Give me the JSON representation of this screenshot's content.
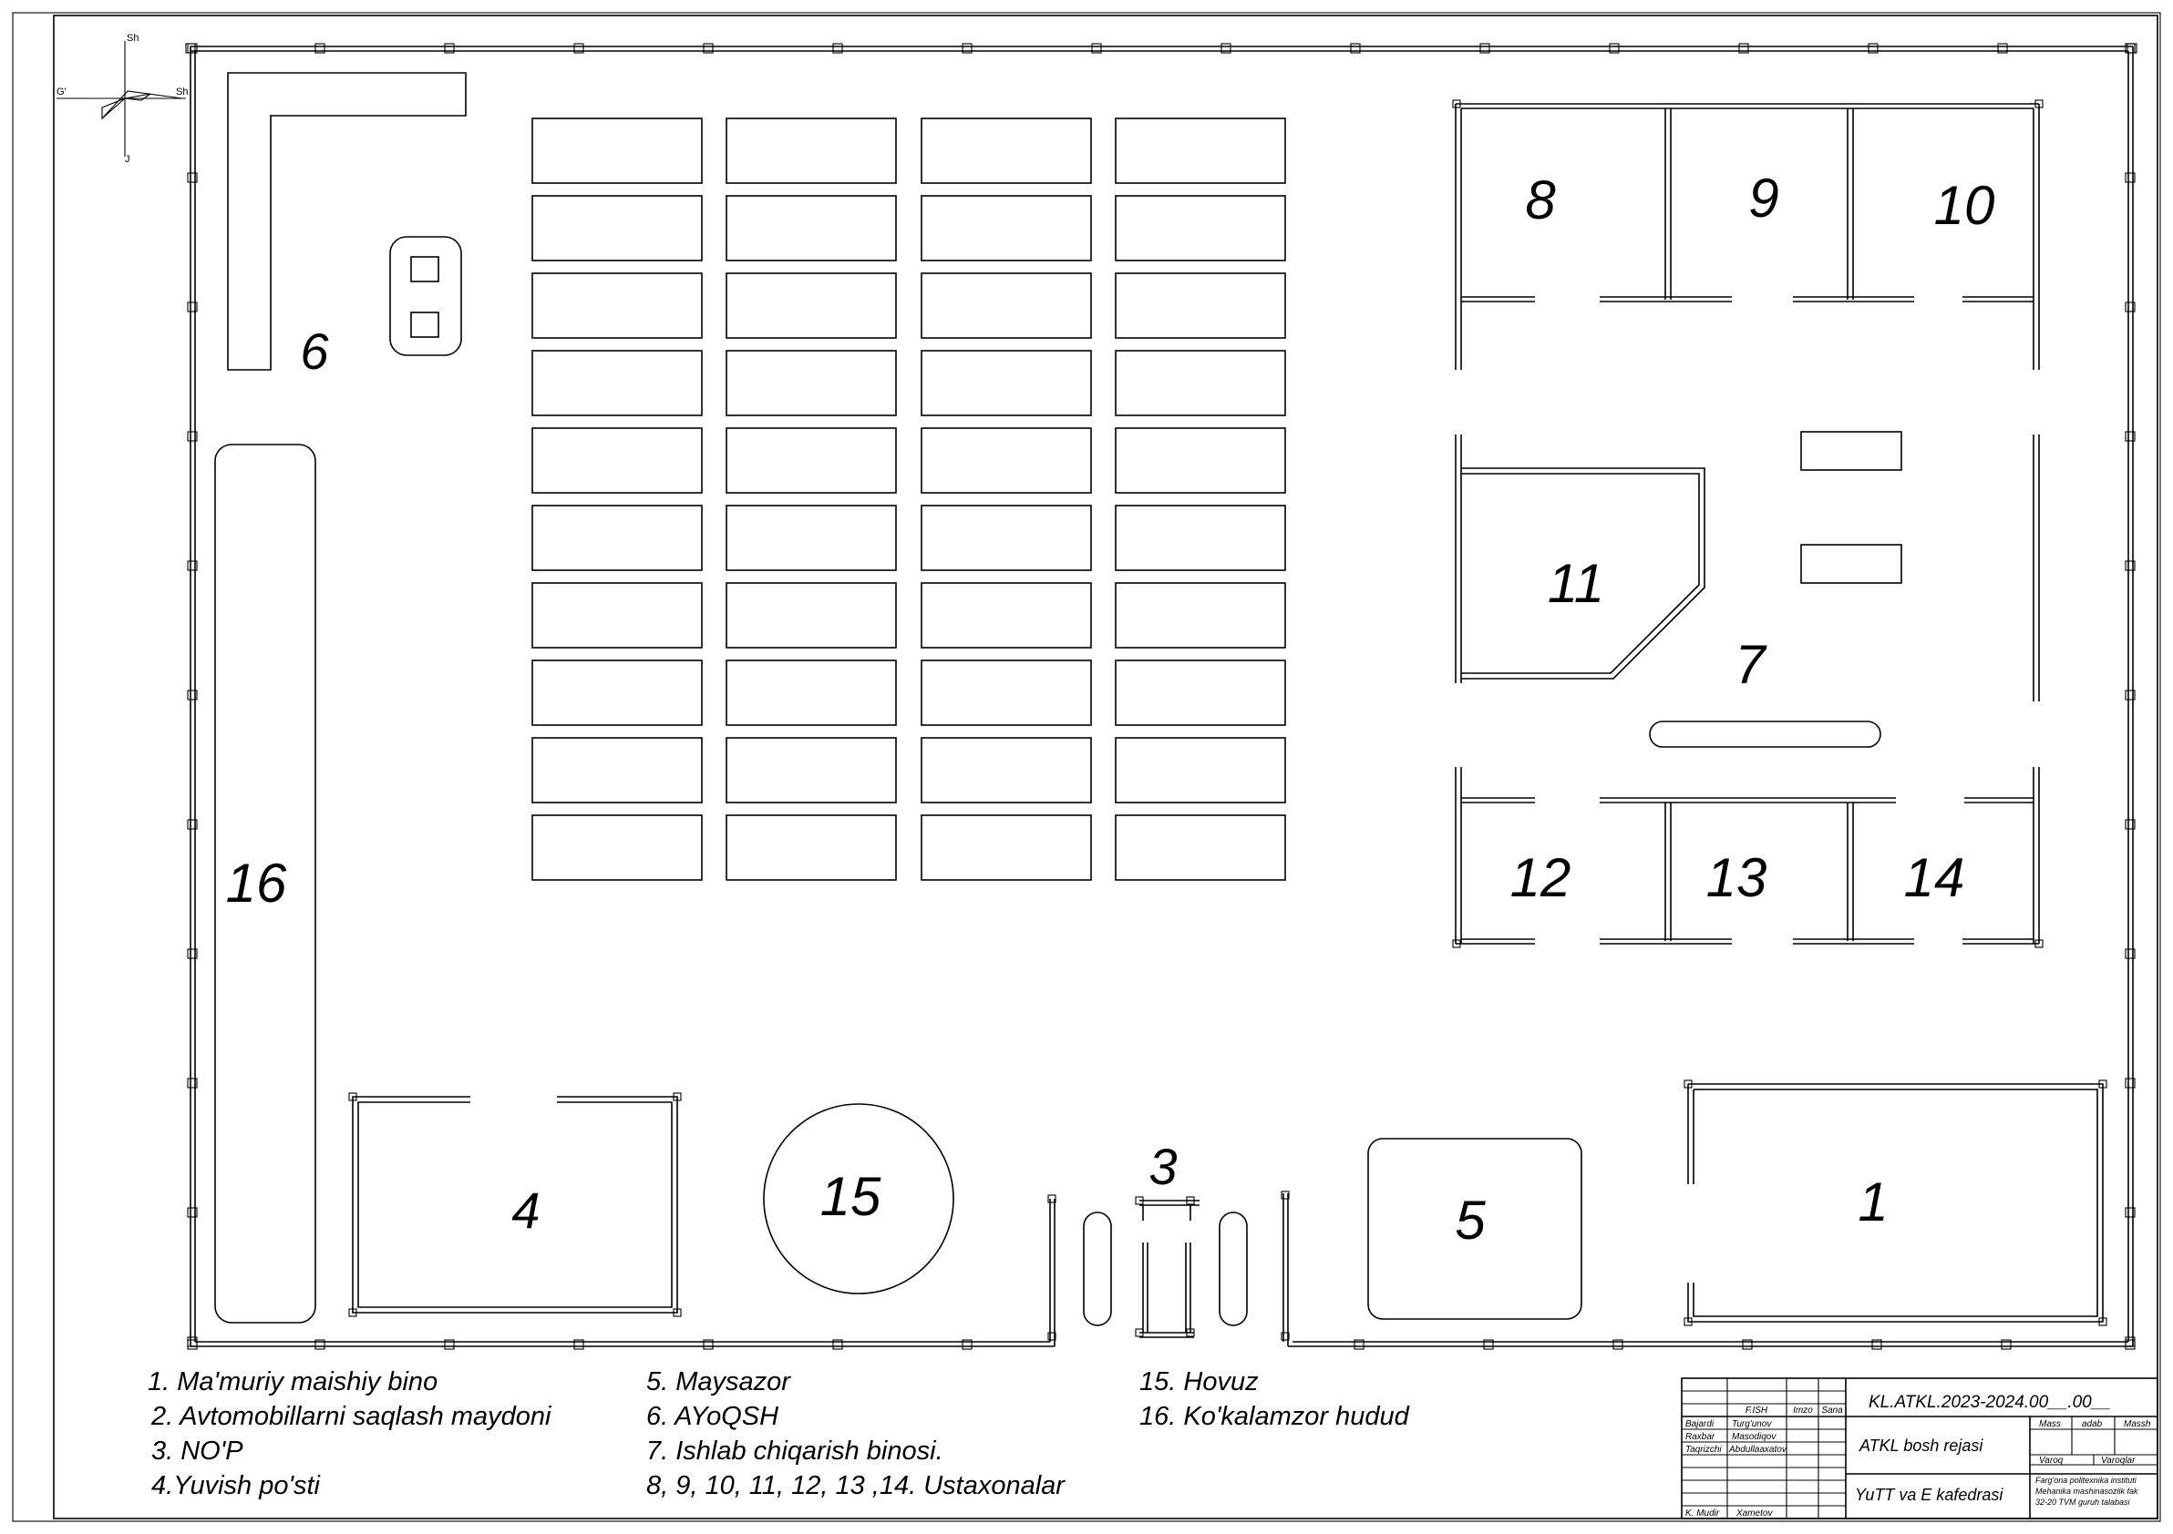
{
  "compass": {
    "north": "Sh",
    "south": "J",
    "west": "G'",
    "east": "Sh"
  },
  "zones": [
    {
      "id": "1",
      "label": "1"
    },
    {
      "id": "3",
      "label": "3"
    },
    {
      "id": "4",
      "label": "4"
    },
    {
      "id": "5",
      "label": "5"
    },
    {
      "id": "6",
      "label": "6"
    },
    {
      "id": "7",
      "label": "7"
    },
    {
      "id": "8",
      "label": "8"
    },
    {
      "id": "9",
      "label": "9"
    },
    {
      "id": "10",
      "label": "10"
    },
    {
      "id": "11",
      "label": "11"
    },
    {
      "id": "12",
      "label": "12"
    },
    {
      "id": "13",
      "label": "13"
    },
    {
      "id": "14",
      "label": "14"
    },
    {
      "id": "15",
      "label": "15"
    },
    {
      "id": "16",
      "label": "16"
    }
  ],
  "legend": {
    "col1": [
      "1. Ma'muriy maishiy bino",
      "2. Avtomobillarni saqlash maydoni",
      "3. NO'P",
      "4.Yuvish po'sti"
    ],
    "col2": [
      "5. Maysazor",
      "6. AYoQSH",
      "7. Ishlab chiqarish binosi.",
      "8, 9, 10, 11, 12, 13 ,14. Ustaxonalar"
    ],
    "col3": [
      "15. Hovuz",
      "16. Ko'kalamzor hudud"
    ]
  },
  "title_block": {
    "code": "KL.ATKL.2023-2024.00__.00__",
    "col_fish": "F.ISH",
    "col_imzo": "Imzo",
    "col_sana": "Sana",
    "roles": [
      {
        "role": "Bajardi",
        "name": "Turg'unov"
      },
      {
        "role": "Raxbar",
        "name": "Masodiqov"
      },
      {
        "role": "Taqrizchi",
        "name": "Abdullaaxatov"
      }
    ],
    "k_mudir": "K. Mudir",
    "k_mudir_name": "Xametov",
    "drawing_title": "ATKL bosh rejasi",
    "mass": "Mass",
    "adab": "adab",
    "massh": "Massh",
    "varoq": "Varoq",
    "varoqlar": "Varoqlar",
    "department": "YuTT va E kafedrasi",
    "institute_lines": [
      "Farg'ona politexnika instituti",
      "Mehanika mashinasozlik fak",
      "32-20 TVM guruh talabasi"
    ]
  }
}
